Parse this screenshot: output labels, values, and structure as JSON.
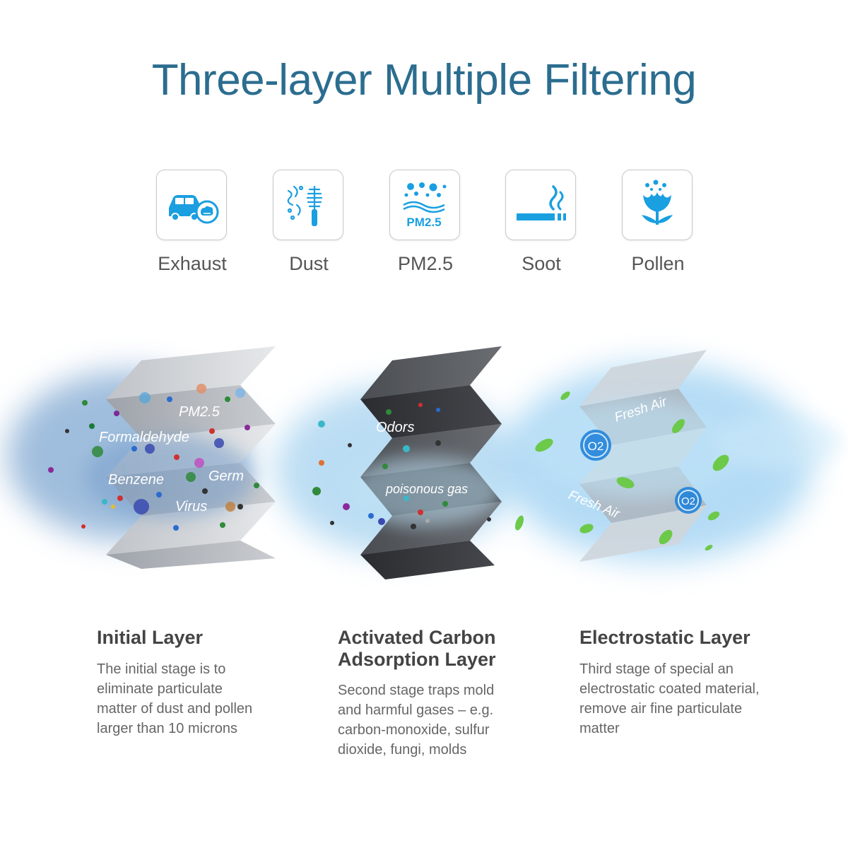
{
  "title": "Three-layer Multiple Filtering",
  "pollutants": [
    {
      "label": "Exhaust",
      "icon": "car-exhaust-icon"
    },
    {
      "label": "Dust",
      "icon": "dust-brush-icon"
    },
    {
      "label": "PM2.5",
      "icon": "pm25-particles-icon",
      "icon_text": "PM2.5"
    },
    {
      "label": "Soot",
      "icon": "cigarette-smoke-icon"
    },
    {
      "label": "Pollen",
      "icon": "pollen-flower-icon"
    }
  ],
  "filters": [
    {
      "labels": [
        "PM2.5",
        "Formaldehyde",
        "Benzene",
        "Germ",
        "Virus"
      ]
    },
    {
      "labels": [
        "Odors",
        "poisonous gas"
      ]
    },
    {
      "labels": [
        "Fresh Air",
        "Fresh Air",
        "O2",
        "O2"
      ]
    }
  ],
  "layers": [
    {
      "title": "Initial Layer",
      "description": "The initial stage is to\neliminate particulate\nmatter of dust and pollen\nlarger than 10 microns"
    },
    {
      "title": "Activated Carbon\nAdsorption Layer",
      "description": "Second stage traps mold\n and harmful gases – e.g.\ncarbon-monoxide, sulfur\ndioxide, fungi, molds"
    },
    {
      "title": "Electrostatic Layer",
      "description": "Third stage of special an\nelectrostatic coated material,\nremove air  fine particulate\nmatter"
    }
  ],
  "colors": {
    "title": "#2b6d8f",
    "icon": "#1a9fe0",
    "label": "#555555",
    "heading": "#444444",
    "body": "#666666"
  }
}
